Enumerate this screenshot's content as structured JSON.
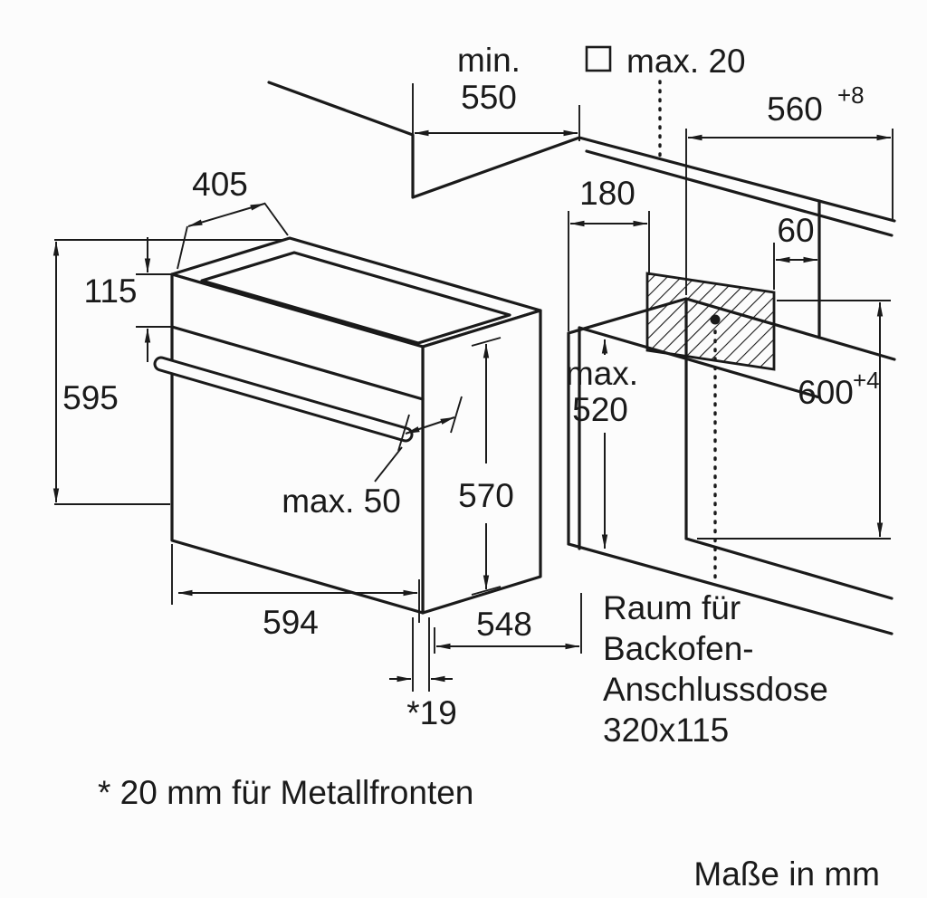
{
  "diagram": {
    "dimensions": {
      "min_word": "min.",
      "niche_depth": "550",
      "max_gap": "max. 20",
      "niche_width": "560",
      "niche_width_tol": "+8",
      "top_depth": "405",
      "socket_offset": "180",
      "socket_side_gap": "60",
      "panel_height": "115",
      "oven_height": "595",
      "max_word": "max.",
      "max_recess_depth": "520",
      "niche_height": "600",
      "niche_height_tol": "+4",
      "body_height": "570",
      "handle_clearance": "max. 50",
      "oven_width": "594",
      "oven_depth": "548",
      "door_offset": "*19"
    },
    "socket_note_line1": "Raum für",
    "socket_note_line2": "Backofen-",
    "socket_note_line3": "Anschlussdose",
    "socket_note_line4": "320x115",
    "footnote": "* 20 mm für Metallfronten",
    "units_note": "Maße in mm"
  }
}
